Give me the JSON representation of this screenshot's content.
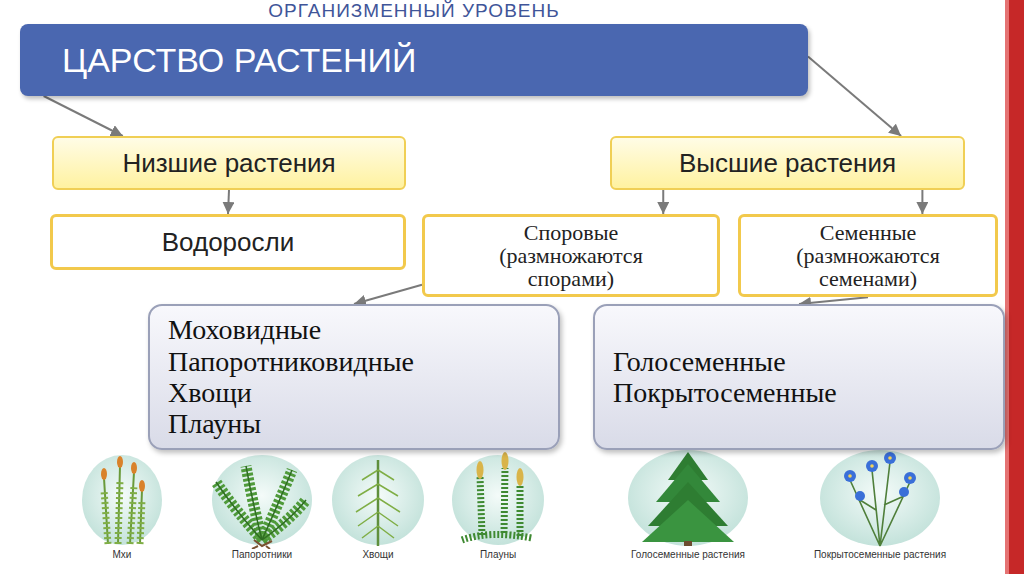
{
  "diagram": {
    "title": "ОРГАНИЗМЕННЫЙ УРОВЕНЬ",
    "nodes": [
      {
        "text": [
          "ЦАРСТВО РАСТЕНИЙ"
        ]
      },
      {
        "text": [
          "Низшие растения"
        ]
      },
      {
        "text": [
          "Высшие растения"
        ]
      },
      {
        "text": [
          "Водоросли"
        ]
      },
      {
        "text": [
          "Споровые (размножаются спорами)"
        ]
      },
      {
        "text": [
          "Семенные (размножаются семенами)"
        ]
      },
      {
        "text": [
          "Моховидные",
          "Папоротниковидные",
          "Хвощи",
          "Плауны"
        ]
      },
      {
        "text": [
          "Голосеменные",
          "Покрытосеменные"
        ]
      }
    ],
    "edges": [
      {
        "from": 0,
        "to": 1,
        "arrow": "to"
      },
      {
        "from": 0,
        "to": 2,
        "arrow": "to"
      },
      {
        "from": 1,
        "to": 3,
        "arrow": "to"
      },
      {
        "from": 2,
        "to": 4,
        "arrow": "to"
      },
      {
        "from": 2,
        "to": 5,
        "arrow": "to"
      },
      {
        "from": 4,
        "to": 6,
        "arrow": "to"
      },
      {
        "from": 5,
        "to": 7,
        "arrow": "to"
      }
    ],
    "labels": [
      "Мхи",
      "Папоротники",
      "Хвощи",
      "Плауны",
      "Голосеменные растения",
      "Покрытосеменные растения"
    ]
  }
}
